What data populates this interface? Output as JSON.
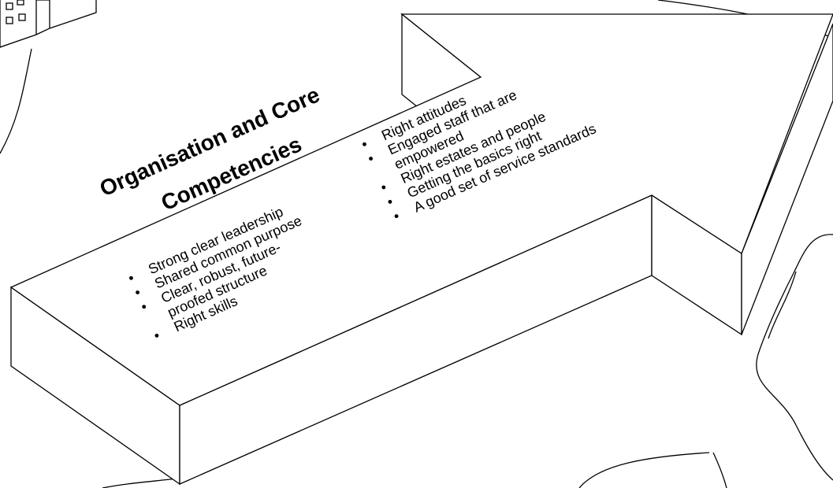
{
  "diagram": {
    "title": {
      "line1": "Organisation and Core",
      "line2": "Competencies"
    },
    "bullet_glyph": "•",
    "left_list": [
      {
        "bullet": true,
        "text": "Strong clear leadership"
      },
      {
        "bullet": true,
        "text": "Shared common purpose"
      },
      {
        "bullet": true,
        "text": "Clear, robust, future-"
      },
      {
        "bullet": false,
        "text": "proofed structure"
      },
      {
        "bullet": true,
        "text": "Right skills"
      }
    ],
    "right_list": [
      {
        "bullet": true,
        "text": "Right attitudes"
      },
      {
        "bullet": true,
        "text": "Engaged staff that are"
      },
      {
        "bullet": false,
        "text": "empowered"
      },
      {
        "bullet": true,
        "text": "Right estates and people"
      },
      {
        "bullet": true,
        "text": "Getting the basics right"
      },
      {
        "bullet": true,
        "text": "A good set of service standards"
      }
    ],
    "colors": {
      "stroke": "#000000",
      "fill": "#ffffff"
    }
  }
}
